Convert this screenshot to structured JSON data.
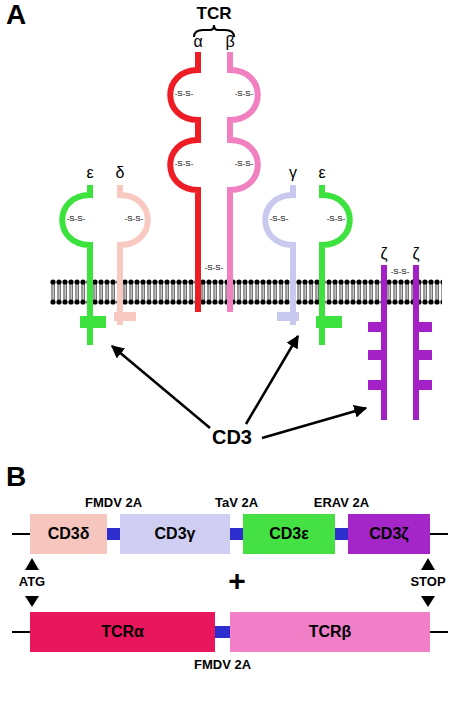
{
  "diagram": {
    "nodes": [
      {
        "text": [
          "CD3δ"
        ]
      },
      {
        "text": [
          "CD3γ"
        ]
      },
      {
        "text": [
          "CD3ε"
        ]
      },
      {
        "text": [
          "CD3ζ"
        ]
      },
      {
        "text": [
          "TCRα"
        ]
      },
      {
        "text": [
          "TCRβ"
        ]
      }
    ],
    "edges": [
      {
        "from": 0,
        "to": 1,
        "arrow": "none",
        "label": "FMDV 2A"
      },
      {
        "from": 1,
        "to": 2,
        "arrow": "none",
        "label": "TaV 2A"
      },
      {
        "from": 2,
        "to": 3,
        "arrow": "none",
        "label": "ERAV 2A"
      },
      {
        "from": 4,
        "to": 5,
        "arrow": "none",
        "label": "FMDV 2A"
      }
    ],
    "labels": [
      "A",
      "TCR",
      "α",
      "β",
      "ε",
      "δ",
      "γ",
      "ε",
      "ζ",
      "ζ",
      "-S-S-",
      "-S-S-",
      "-S-S-",
      "-S-S-",
      "-S-S-",
      "-S-S-",
      "-S-S-",
      "-S-S-",
      "-S-S-",
      "-S-S-",
      "CD3",
      "B",
      "ATG",
      "+",
      "STOP"
    ]
  }
}
